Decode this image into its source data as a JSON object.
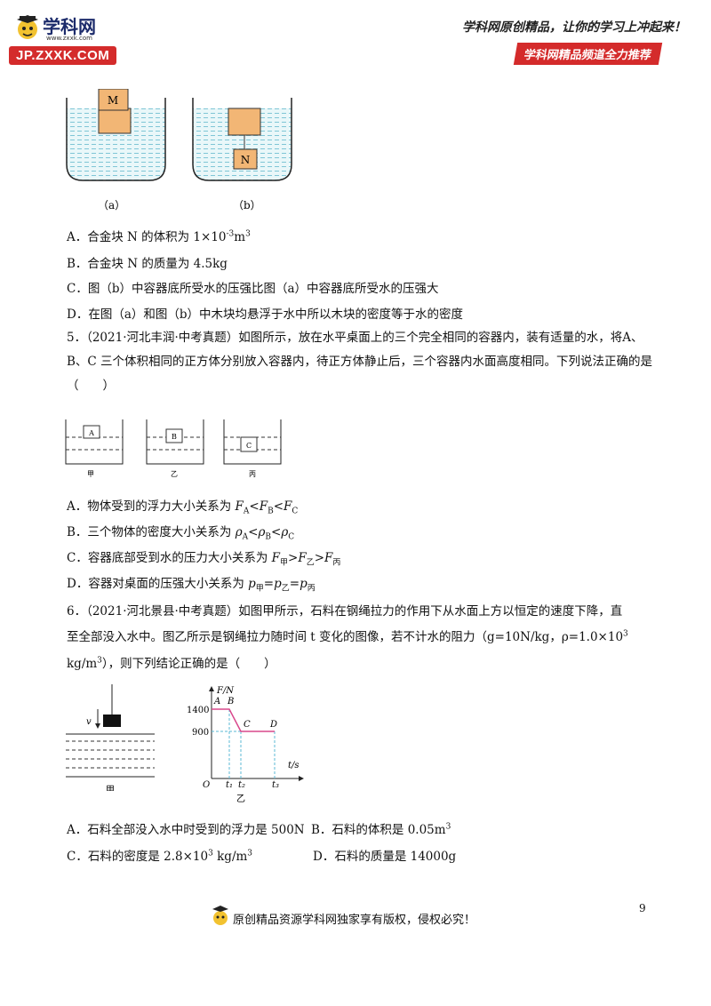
{
  "header": {
    "logo_name": "学科网",
    "logo_site": "www.zxxk.com",
    "logo_url": "JP.ZXXK.COM",
    "slogan": "学科网原创精品，让你的学习上冲起来！",
    "banner": "学科网精品频道全力推荐"
  },
  "fig4": {
    "label_a": "（a）",
    "label_b": "（b）",
    "block_m": "M",
    "block_n": "N"
  },
  "q4": {
    "A_pre": "A．合金块 N 的体积为 1×10",
    "A_exp": "-3",
    "A_unit": "m",
    "A_unit_exp": "3",
    "B": "B．合金块 N 的质量为 4.5kg",
    "C": "C．图（b）中容器底所受水的压强比图（a）中容器底所受水的压强大",
    "D": "D．在图（a）和图（b）中木块均悬浮于水中所以木块的密度等于水的密度"
  },
  "q5": {
    "stem": "5．（2021·河北丰润·中考真题）如图所示，放在水平桌面上的三个完全相同的容器内，装有适量的水，将A、B、C 三个体积相同的正方体分别放入容器内，待正方体静止后，三个容器内水面高度相同。下列说法正确的是（　　）",
    "fig_labels": [
      "甲",
      "乙",
      "丙"
    ],
    "blocks": [
      "A",
      "B",
      "C"
    ],
    "A_pre": "A．物体受到的浮力大小关系为 ",
    "A_rel": "F_A<F_B<F_C",
    "B_pre": "B．三个物体的密度大小关系为 ",
    "B_rel": "ρ_A<ρ_B<ρ_C",
    "C_pre": "C．容器底部受到水的压力大小关系为 ",
    "C_rel": "F甲>F乙>F丙",
    "D_pre": "D．容器对桌面的压强大小关系为 ",
    "D_rel": "p甲=p乙=p丙"
  },
  "q6": {
    "stem_1": "6．（2021·河北景县·中考真题）如图甲所示，石料在钢绳拉力的作用下从水面上方以恒定的速度下降，直",
    "stem_2": "至全部没入水中。图乙所示是钢绳拉力随时间 t 变化的图像，若不计水的阻力（g=10N/kg，ρ=1.0×10",
    "stem_2_exp": "3",
    "stem_3": "kg/m",
    "stem_3_exp": "3",
    "stem_3_rest": "），则下列结论正确的是（　　）",
    "fig_left_label": "甲",
    "fig_right_label": "乙",
    "v_label": "v",
    "graph": {
      "y_axis": "F/N",
      "x_axis": "t/s",
      "origin": "O",
      "y_ticks": [
        "1400",
        "900"
      ],
      "x_ticks": [
        "t₁",
        "t₂",
        "t₃"
      ],
      "points": [
        "A",
        "B",
        "C",
        "D"
      ]
    },
    "A": "A．石料全部没入水中时受到的浮力是 500N",
    "B_pre": "B．石料的体积是 0.05m",
    "B_exp": "3",
    "C_pre": "C．石料的密度是 2.8×10",
    "C_exp": "3",
    "C_unit": " kg/m",
    "C_unit_exp": "3",
    "D": "D．石料的质量是 14000g"
  },
  "footer": {
    "page_number": "9",
    "copyright": "原创精品资源学科网独家享有版权，侵权必究！"
  }
}
